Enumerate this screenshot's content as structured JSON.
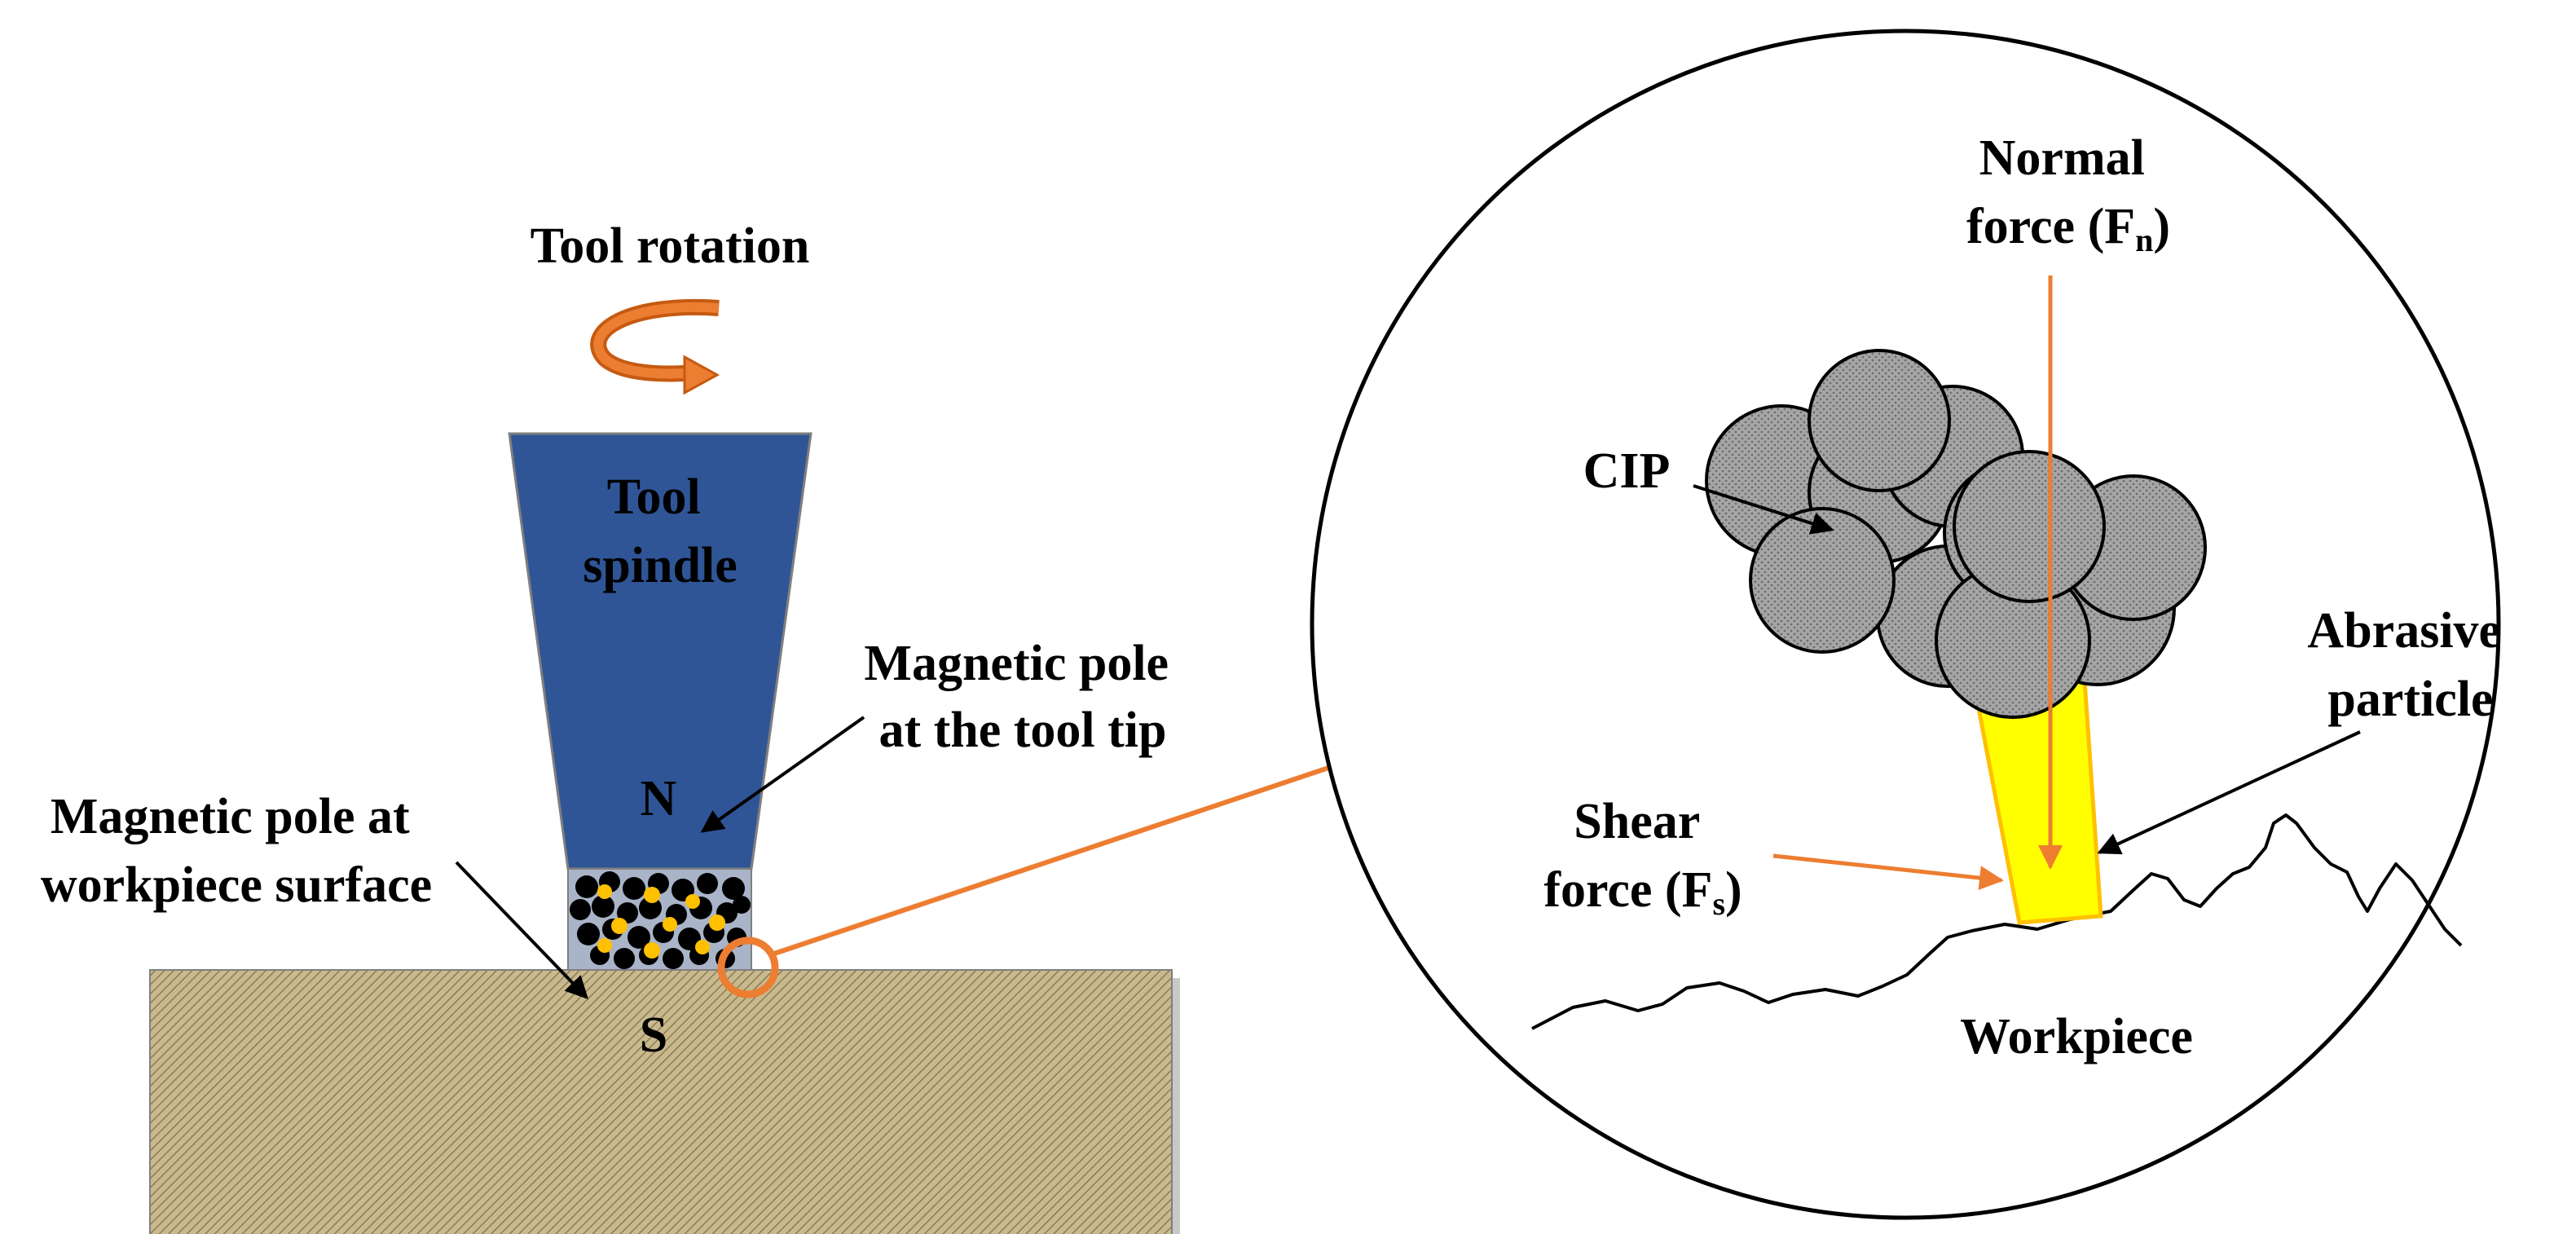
{
  "labels": {
    "tool_rotation": "Tool rotation",
    "tool_spindle": [
      "Tool",
      "spindle"
    ],
    "magnetic_pole_tool_tip": [
      "Magnetic pole",
      "at the tool tip"
    ],
    "pole_n": "N",
    "magnetic_pole_workpiece": [
      "Magnetic pole at",
      "workpiece surface"
    ],
    "pole_s": "S",
    "normal_force": [
      "Normal",
      "force (F",
      "n",
      ")"
    ],
    "cip": "CIP",
    "abrasive_particle": [
      "Abrasive",
      "particle"
    ],
    "shear_force": [
      "Shear",
      "force (F",
      "s",
      ")"
    ],
    "workpiece": "Workpiece"
  },
  "colors": {
    "spindle_fill": "#2f5597",
    "spindle_stroke": "#7f7f7f",
    "workpiece_fill": "#c9b98f",
    "orange_accent": "#ed7d31",
    "rotation_arrow": "#c55a11",
    "cip_fill": "#a6a6a6",
    "abrasive_fill": "#ffff00",
    "abrasive_stroke": "#ffc000",
    "slurry_box_fill": "#a9b4c8",
    "black": "#000000"
  }
}
